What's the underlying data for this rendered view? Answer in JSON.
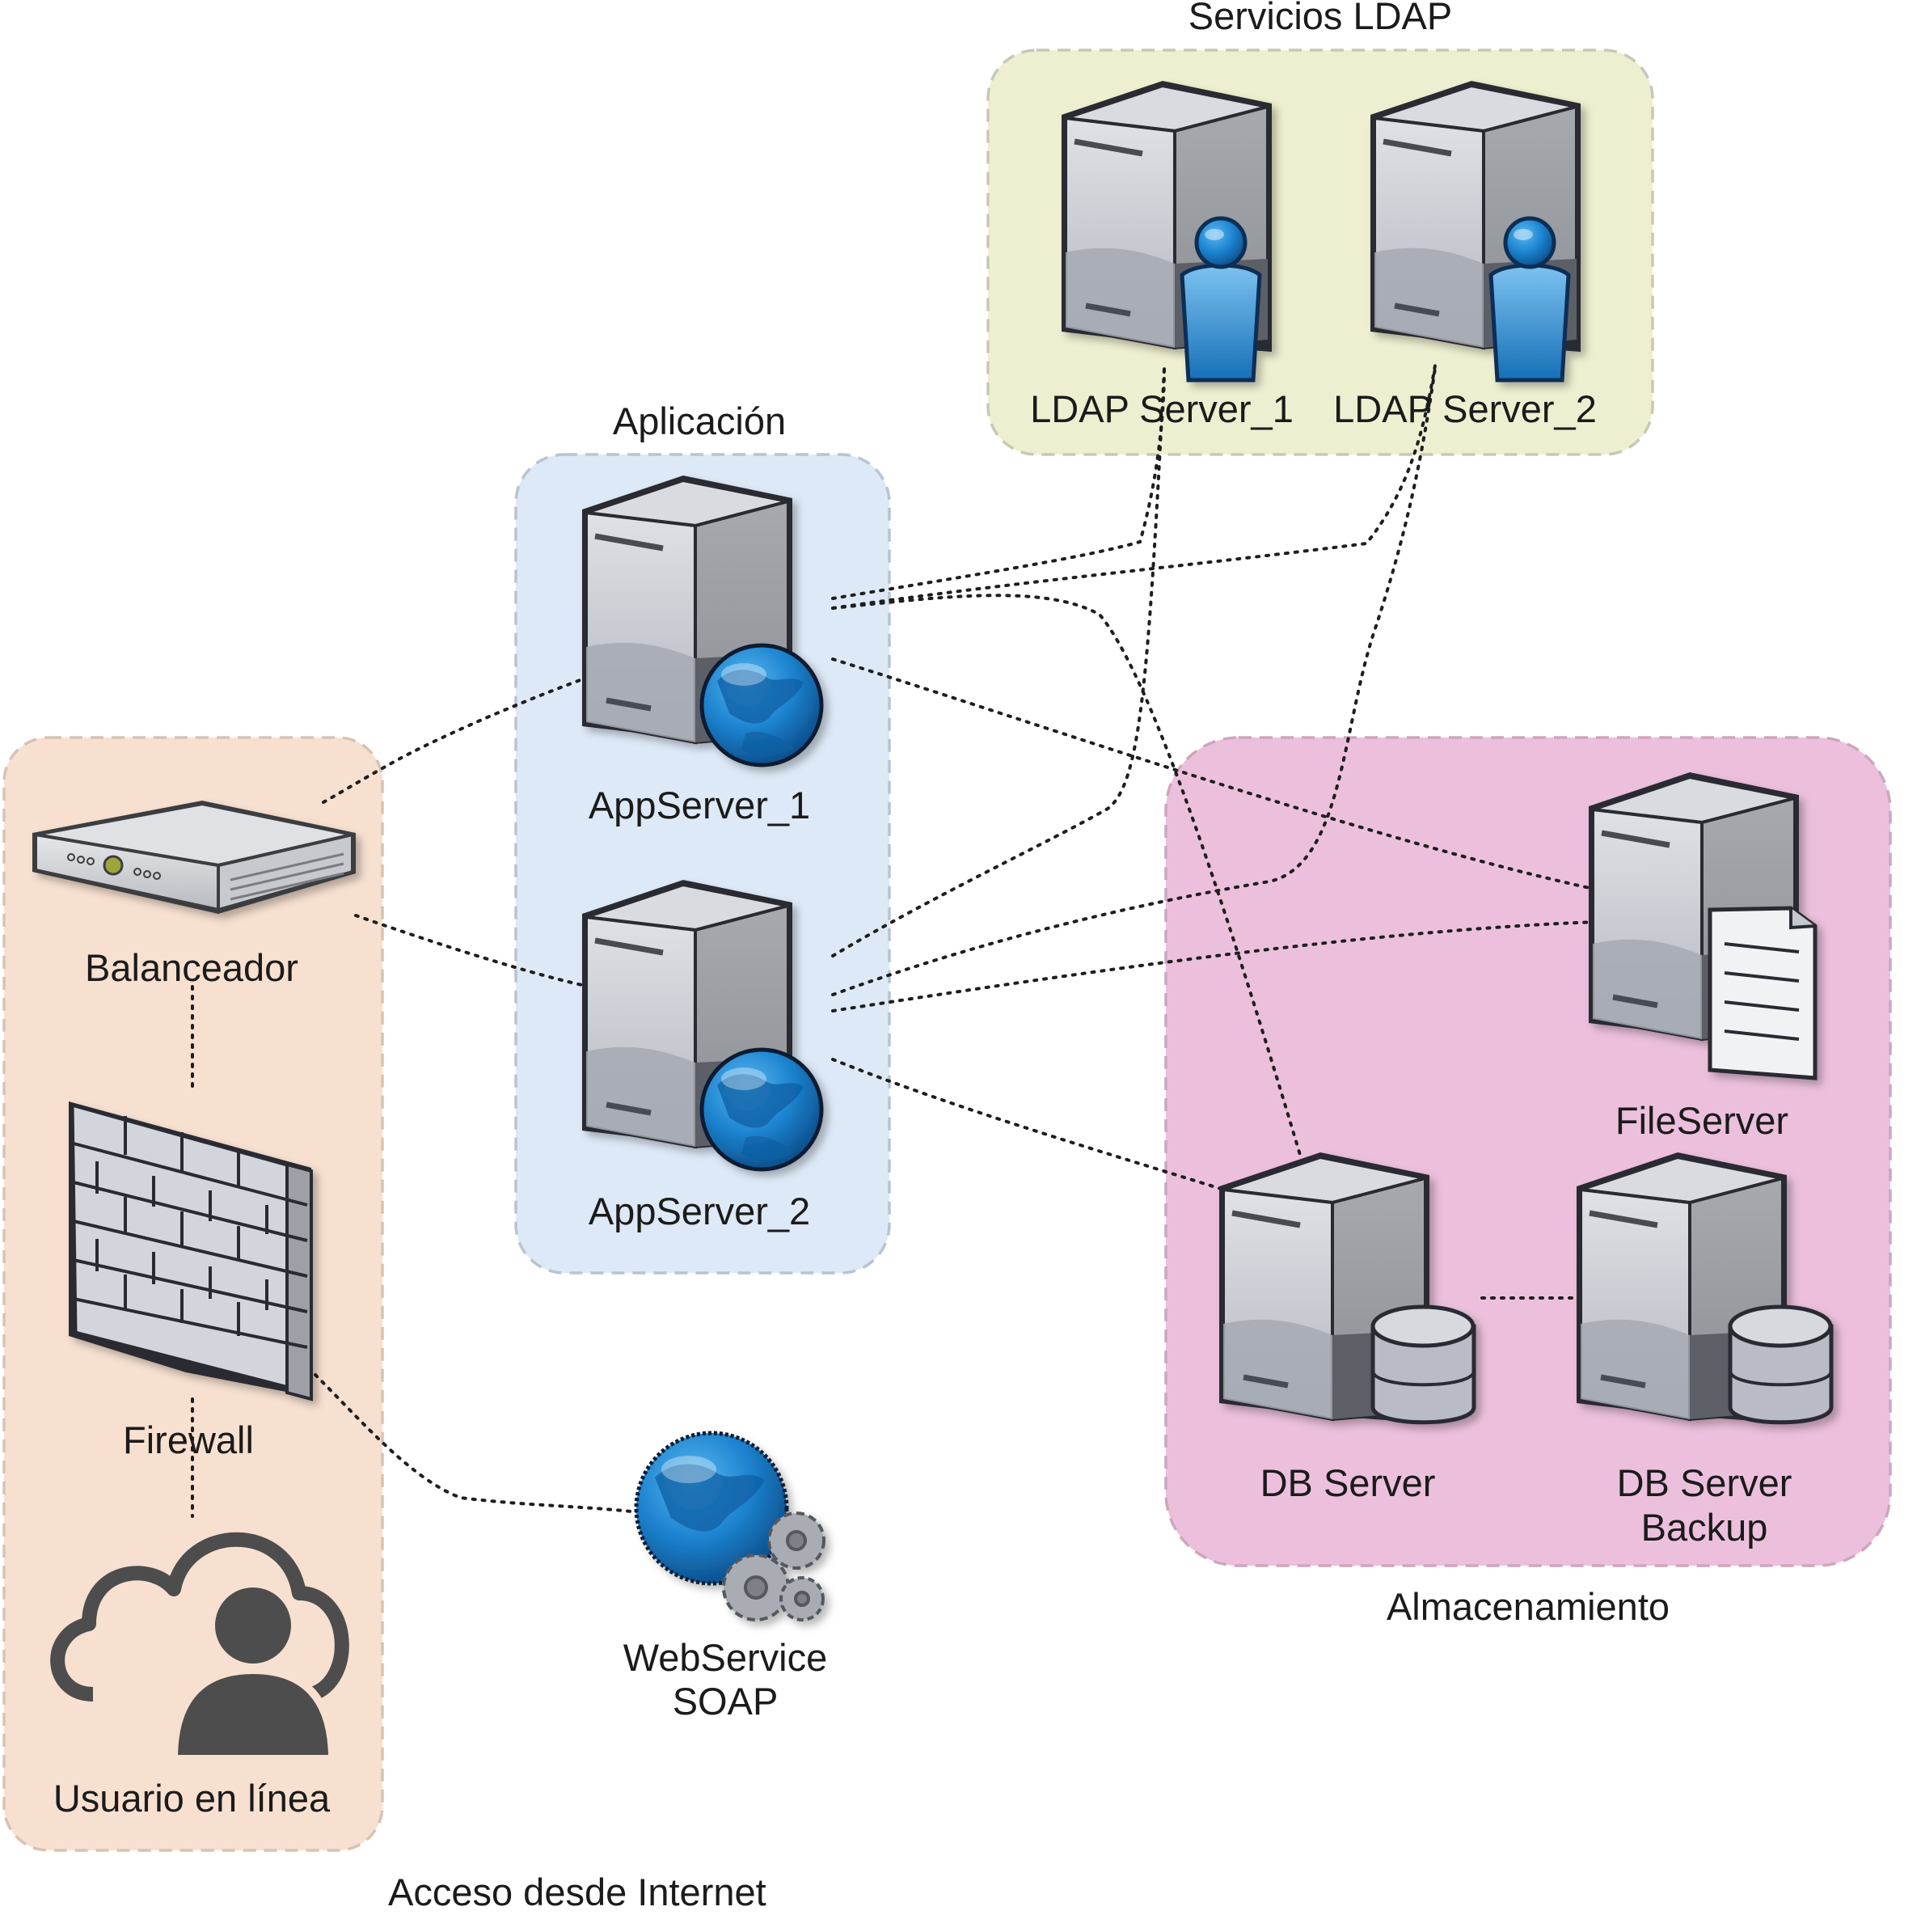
{
  "groups": {
    "ldap": {
      "title": "Servicios LDAP",
      "fill": "#eeefd0",
      "stroke": "#c8c8b8"
    },
    "app": {
      "title": "Aplicación",
      "fill": "#dde9f7",
      "stroke": "#b9c4d1"
    },
    "storage": {
      "title": "Almacenamiento",
      "fill": "#ecc0dc",
      "stroke": "#cda6bd"
    },
    "internet": {
      "title": "Acceso desde Internet",
      "fill": "#f7e0d0",
      "stroke": "#d8c2b3"
    }
  },
  "nodes": {
    "ldap1": {
      "label": "LDAP Server_1",
      "icon": "server-user-icon"
    },
    "ldap2": {
      "label": "LDAP Server_2",
      "icon": "server-user-icon"
    },
    "app1": {
      "label": "AppServer_1",
      "icon": "server-globe-icon"
    },
    "app2": {
      "label": "AppServer_2",
      "icon": "server-globe-icon"
    },
    "fileserver": {
      "label": "FileServer",
      "icon": "server-document-icon"
    },
    "db": {
      "label": "DB Server",
      "icon": "server-database-icon"
    },
    "dbbackup": {
      "label_line1": "DB Server",
      "label_line2": "Backup",
      "icon": "server-database-icon"
    },
    "balancer": {
      "label": "Balanceador",
      "icon": "rack-load-balancer-icon"
    },
    "firewall": {
      "label": "Firewall",
      "icon": "brick-firewall-icon"
    },
    "user": {
      "label": "Usuario en línea",
      "icon": "cloud-user-icon"
    },
    "webservice": {
      "label_line1": "WebService",
      "label_line2": "SOAP",
      "icon": "globe-gears-icon"
    }
  },
  "colors": {
    "server_light": "#c9ccd3",
    "server_dark": "#9a9da3",
    "server_shadow": "#5b5e63",
    "globe_blue": "#1a7fc9",
    "user_blue": "#2c8ad0",
    "brick": "#d3d5dc",
    "cloud_user": "#4d4d4d",
    "connector": "#1e1e1e"
  }
}
